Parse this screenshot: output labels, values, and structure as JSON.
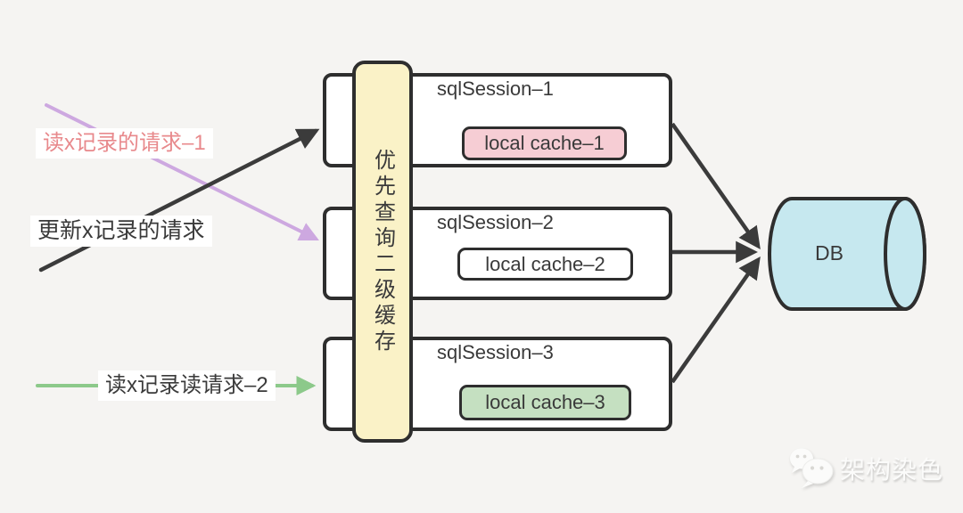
{
  "diagram": {
    "requests": [
      {
        "id": "read-request-1",
        "text": "读x记录的请求–1",
        "color": "#e8898c",
        "arrow_color": "#cda8e0"
      },
      {
        "id": "update-request",
        "text": "更新x记录的请求",
        "color": "#3a3a3a",
        "arrow_color": "#3b3b3b"
      },
      {
        "id": "read-request-2",
        "text": "读x记录读请求–2",
        "color": "#3a3a3a",
        "arrow_color": "#8cc98a"
      }
    ],
    "second_level_cache_bar": {
      "label": "优先查询二级缓存",
      "fill": "#faf2c7"
    },
    "sessions": [
      {
        "title": "sqlSession–1",
        "cache": {
          "label": "local cache–1",
          "fill": "#f6cdd4"
        }
      },
      {
        "title": "sqlSession–2",
        "cache": {
          "label": "local cache–2",
          "fill": "#ffffff"
        }
      },
      {
        "title": "sqlSession–3",
        "cache": {
          "label": "local cache–3",
          "fill": "#c5e0c1"
        }
      }
    ],
    "database": {
      "label": "DB",
      "fill": "#c6e8ef"
    },
    "colors": {
      "background": "#f5f4f2",
      "border": "#2e2e2e",
      "to_db_arrows": "#3b3b3b"
    },
    "watermark": {
      "icon": "wechat-icon",
      "text": "架构染色"
    }
  }
}
